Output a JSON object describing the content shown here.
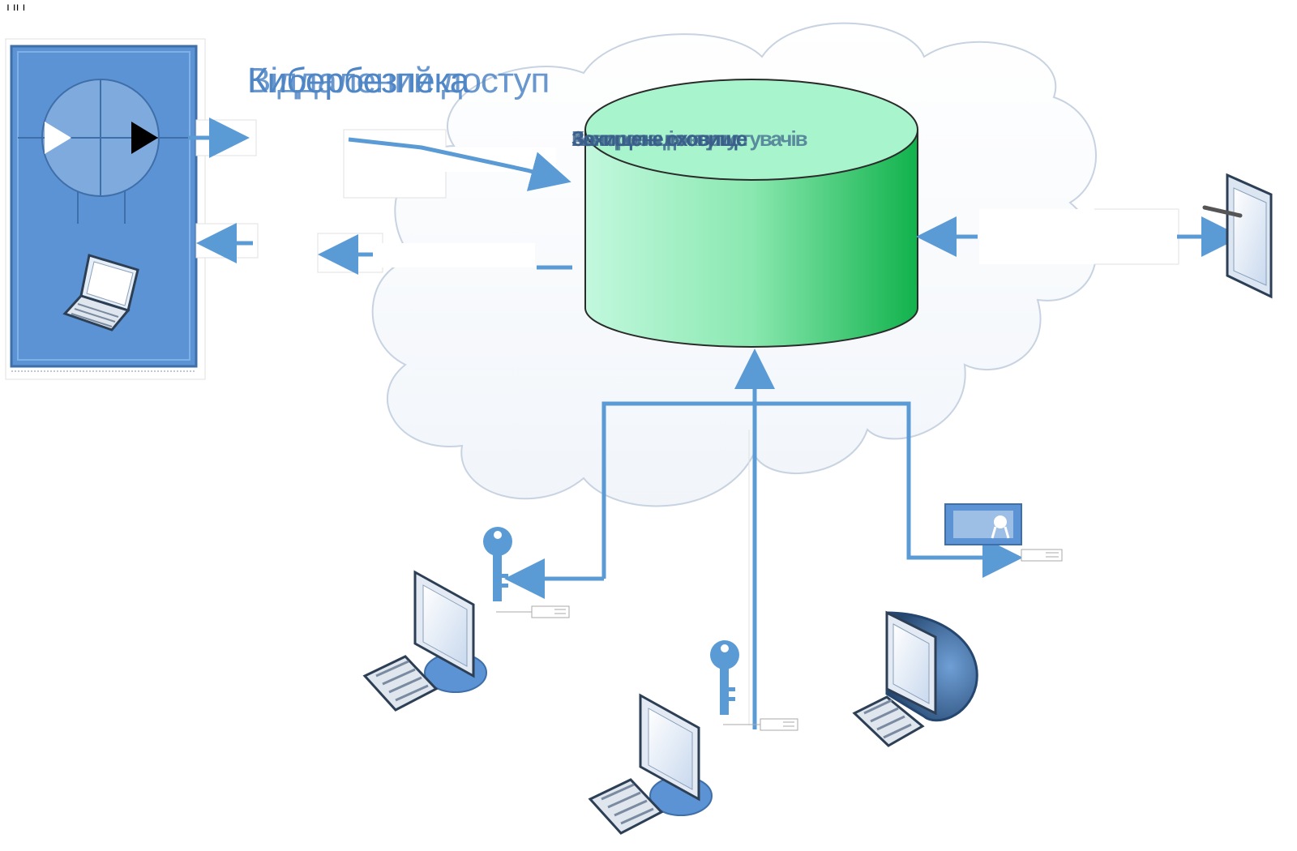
{
  "diagram": {
    "title_layers": [
      "Кибербезпека",
      "Віддалений доступ"
    ],
    "cylinder_label_layers": [
      "Захищене сховище",
      "Контроль доступу",
      "Авторизація користувачів"
    ],
    "top_marks": "ı   ıı   ı",
    "colors": {
      "accent": "#5b9bd5",
      "arrow": "#4f86c6",
      "server_panel": "#5b93d4",
      "cloud_stroke": "#c8d3e2",
      "cylinder_light": "#b8f5d8",
      "cylinder_dark": "#13b24e"
    },
    "icons": {
      "server": "network-server-icon",
      "laptop": "laptop-icon",
      "tablet": "tablet-icon",
      "key": "key-icon",
      "certificate": "certificate-icon",
      "workstation": "desktop-computer-icon",
      "mac": "imac-computer-icon"
    }
  }
}
